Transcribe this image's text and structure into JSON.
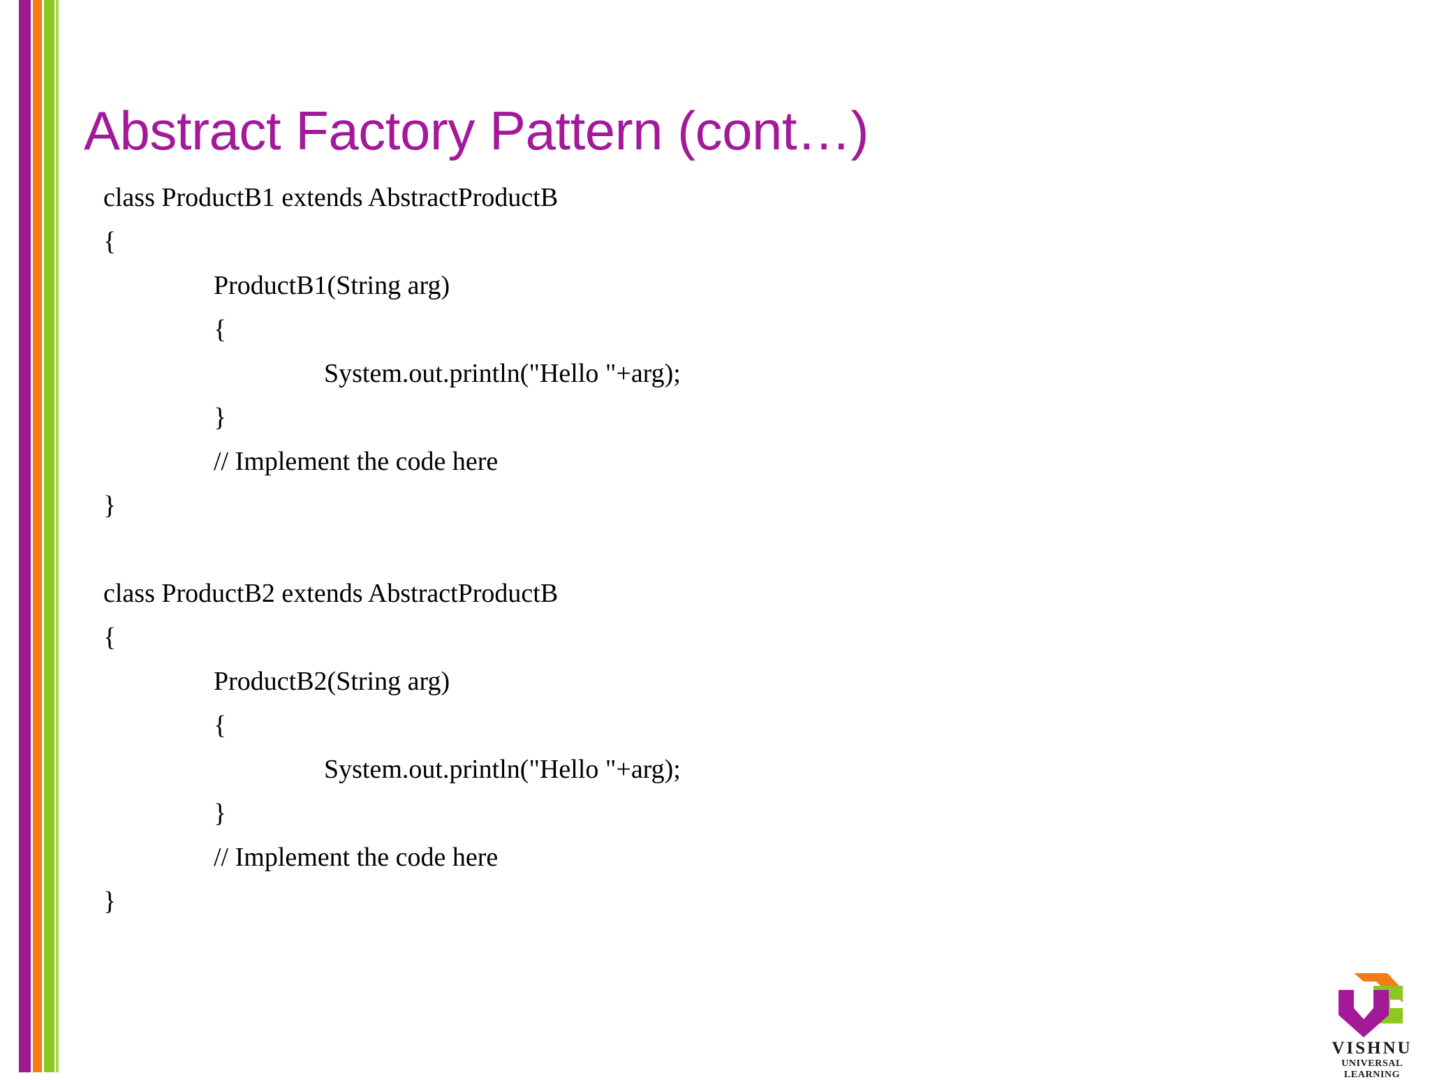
{
  "slide": {
    "title": "Abstract Factory Pattern (cont…)",
    "title_color": "#A3199A",
    "background_color": "#FFFFFF"
  },
  "decoration": {
    "stripes": [
      {
        "name": "purple-stripe",
        "color": "#9E1A8F"
      },
      {
        "name": "orange-stripe",
        "color": "#F47B16"
      },
      {
        "name": "green-stripe",
        "color": "#8DC820"
      },
      {
        "name": "light-green-stripe",
        "color": "#A7D64B"
      }
    ]
  },
  "code": {
    "lines": [
      {
        "indent": 0,
        "text": "class ProductB1 extends AbstractProductB"
      },
      {
        "indent": 0,
        "text": "{"
      },
      {
        "indent": 1,
        "text": "ProductB1(String arg)"
      },
      {
        "indent": 1,
        "text": "{"
      },
      {
        "indent": 2,
        "text": "System.out.println(\"Hello \"+arg);"
      },
      {
        "indent": 1,
        "text": "}"
      },
      {
        "indent": 1,
        "text": "// Implement the code here"
      },
      {
        "indent": 0,
        "text": "}"
      },
      {
        "indent": 0,
        "text": ""
      },
      {
        "indent": 0,
        "text": "class ProductB2 extends AbstractProductB"
      },
      {
        "indent": 0,
        "text": "{"
      },
      {
        "indent": 1,
        "text": "ProductB2(String arg)"
      },
      {
        "indent": 1,
        "text": "{"
      },
      {
        "indent": 2,
        "text": "System.out.println(\"Hello \"+arg);"
      },
      {
        "indent": 1,
        "text": "}"
      },
      {
        "indent": 1,
        "text": "// Implement the code here"
      },
      {
        "indent": 0,
        "text": "}"
      }
    ]
  },
  "logo": {
    "name": "VISHNU",
    "tagline": "UNIVERSAL LEARNING",
    "colors": {
      "orange": "#F47B16",
      "green": "#8DC820",
      "magenta": "#A3199A"
    }
  }
}
